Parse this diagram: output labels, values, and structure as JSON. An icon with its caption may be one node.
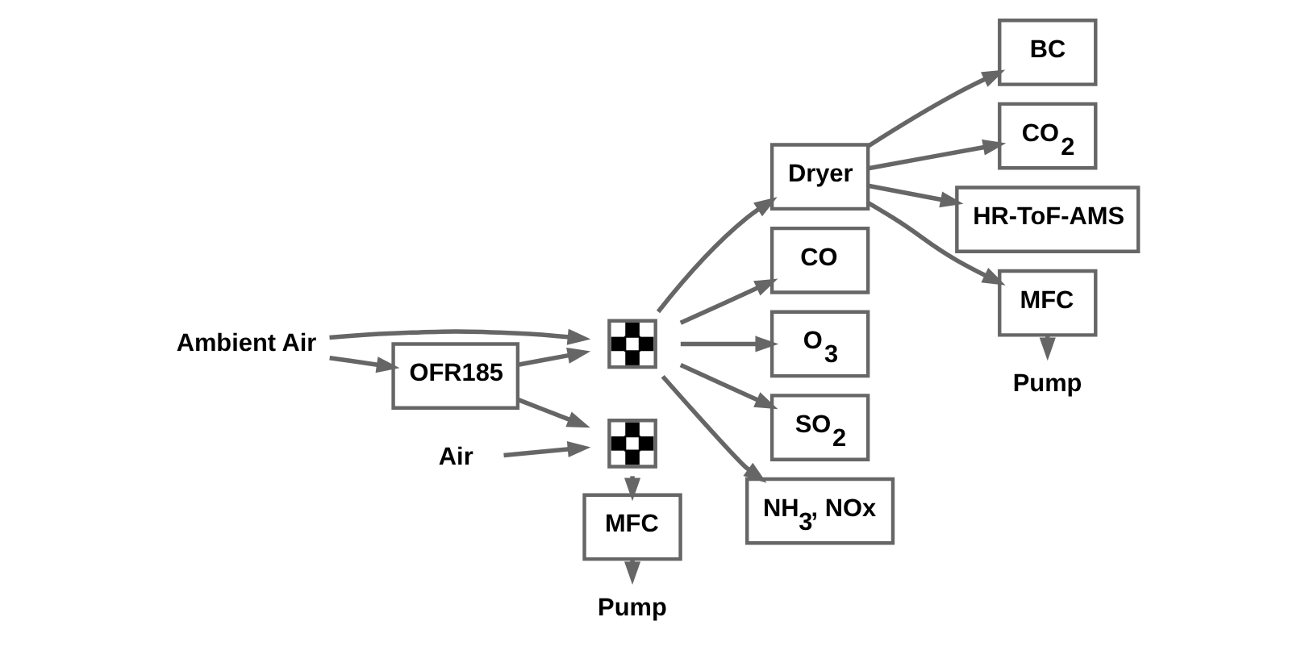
{
  "diagram": {
    "nodes": [
      {
        "text": [
          "Ambient Air"
        ]
      },
      {
        "text": [
          "OFR185"
        ]
      },
      {
        "text": [],
        "shape": "valve"
      },
      {
        "text": [],
        "shape": "valve"
      },
      {
        "text": [
          "Air"
        ]
      },
      {
        "text": [
          "MFC"
        ]
      },
      {
        "text": [
          "Pump"
        ]
      },
      {
        "text": [
          "Dryer"
        ]
      },
      {
        "text": [
          "CO"
        ]
      },
      {
        "text": [
          "O$_{3}$"
        ]
      },
      {
        "text": [
          "SO$_{2}$"
        ]
      },
      {
        "text": [
          "NH$_{3}$, NOx"
        ]
      },
      {
        "text": [
          "BC"
        ]
      },
      {
        "text": [
          "CO$_{2}$"
        ]
      },
      {
        "text": [
          "HR-ToF-AMS"
        ]
      },
      {
        "text": [
          "MFC"
        ]
      },
      {
        "text": [
          "Pump"
        ]
      }
    ],
    "edges": [
      {
        "from": 0,
        "to": 2,
        "arrow": "to"
      },
      {
        "from": 0,
        "to": 1,
        "arrow": "to"
      },
      {
        "from": 1,
        "to": 2,
        "arrow": "to"
      },
      {
        "from": 1,
        "to": 3,
        "arrow": "to"
      },
      {
        "from": 4,
        "to": 3,
        "arrow": "to"
      },
      {
        "from": 3,
        "to": 5,
        "arrow": "to"
      },
      {
        "from": 5,
        "to": 6,
        "arrow": "to"
      },
      {
        "from": 2,
        "to": 7,
        "arrow": "to"
      },
      {
        "from": 2,
        "to": 8,
        "arrow": "to"
      },
      {
        "from": 2,
        "to": 9,
        "arrow": "to"
      },
      {
        "from": 2,
        "to": 10,
        "arrow": "to"
      },
      {
        "from": 2,
        "to": 11,
        "arrow": "to"
      },
      {
        "from": 7,
        "to": 12,
        "arrow": "to"
      },
      {
        "from": 7,
        "to": 13,
        "arrow": "to"
      },
      {
        "from": 7,
        "to": 14,
        "arrow": "to"
      },
      {
        "from": 7,
        "to": 15,
        "arrow": "to"
      },
      {
        "from": 15,
        "to": 16,
        "arrow": "to"
      }
    ]
  }
}
